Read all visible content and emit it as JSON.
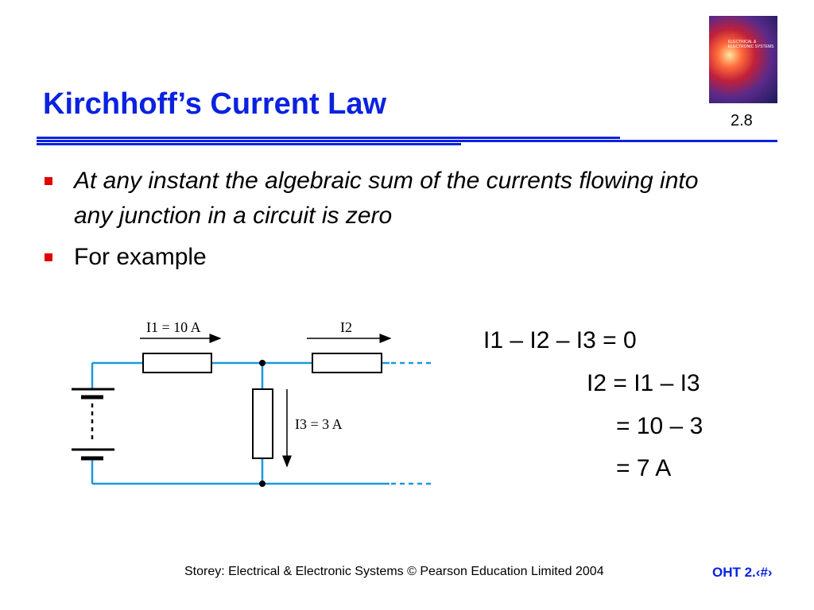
{
  "slide": {
    "title": "Kirchhoff’s Current Law",
    "number": "2.8"
  },
  "cover": {
    "title": "ELECTRICAL & ELECTRONIC SYSTEMS"
  },
  "bullets": [
    {
      "text": "At any instant the algebraic sum of the currents flowing into any junction in a circuit is zero"
    },
    {
      "text": "For example"
    }
  ],
  "circuit": {
    "i1_label": "I1 = 10 A",
    "i2_label": "I2",
    "i3_label": "I3 = 3 A"
  },
  "equations": {
    "line1": "I1 – I2 – I3 = 0",
    "line2": "I2 = I1 – I3",
    "line3": "= 10 – 3",
    "line4": "= 7 A"
  },
  "footer": {
    "credit": "Storey: Electrical & Electronic Systems © Pearson Education Limited 2004",
    "oht": "OHT 2.‹#›"
  },
  "colors": {
    "accent": "#0a22e0",
    "bullet": "#e00000",
    "wire": "#1a9ad8"
  }
}
